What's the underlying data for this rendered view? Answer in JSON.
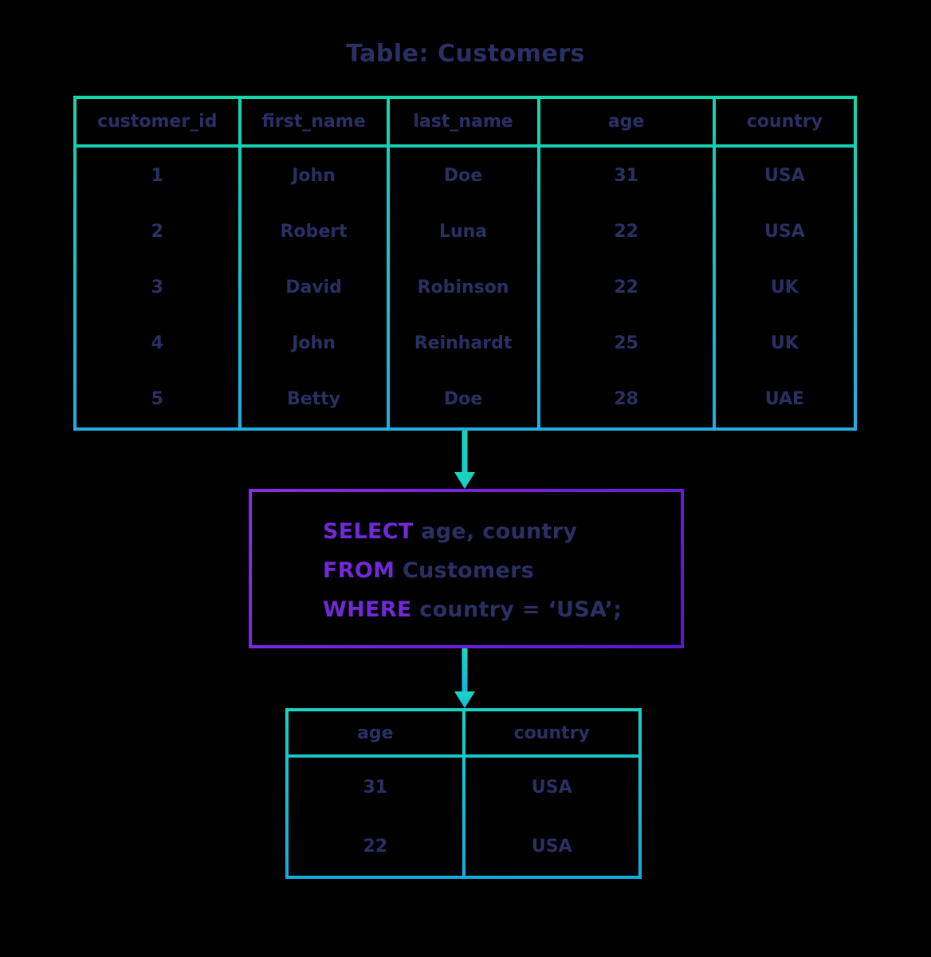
{
  "title": "Table: Customers",
  "main_table": {
    "headers": [
      "customer_id",
      "first_name",
      "last_name",
      "age",
      "country"
    ],
    "rows": [
      [
        "1",
        "John",
        "Doe",
        "31",
        "USA"
      ],
      [
        "2",
        "Robert",
        "Luna",
        "22",
        "USA"
      ],
      [
        "3",
        "David",
        "Robinson",
        "22",
        "UK"
      ],
      [
        "4",
        "John",
        "Reinhardt",
        "25",
        "UK"
      ],
      [
        "5",
        "Betty",
        "Doe",
        "28",
        "UAE"
      ]
    ]
  },
  "sql": {
    "lines": [
      {
        "keyword": "SELECT",
        "rest": " age, country"
      },
      {
        "keyword": "FROM",
        "rest": " Customers"
      },
      {
        "keyword": "WHERE",
        "rest": " country = ‘USA’;"
      }
    ]
  },
  "result_table": {
    "headers": [
      "age",
      "country"
    ],
    "rows": [
      [
        "31",
        "USA"
      ],
      [
        "22",
        "USA"
      ]
    ]
  },
  "colors": {
    "background": "#000000",
    "text_navy": "#2b3064",
    "keyword_purple": "#7129d9",
    "table_line_top": "#15d6ab",
    "table_line_bottom": "#22ade3",
    "sql_border_start": "#8b2be6",
    "sql_border_end": "#5a17cf",
    "arrow_teal": "#19d4bc"
  }
}
